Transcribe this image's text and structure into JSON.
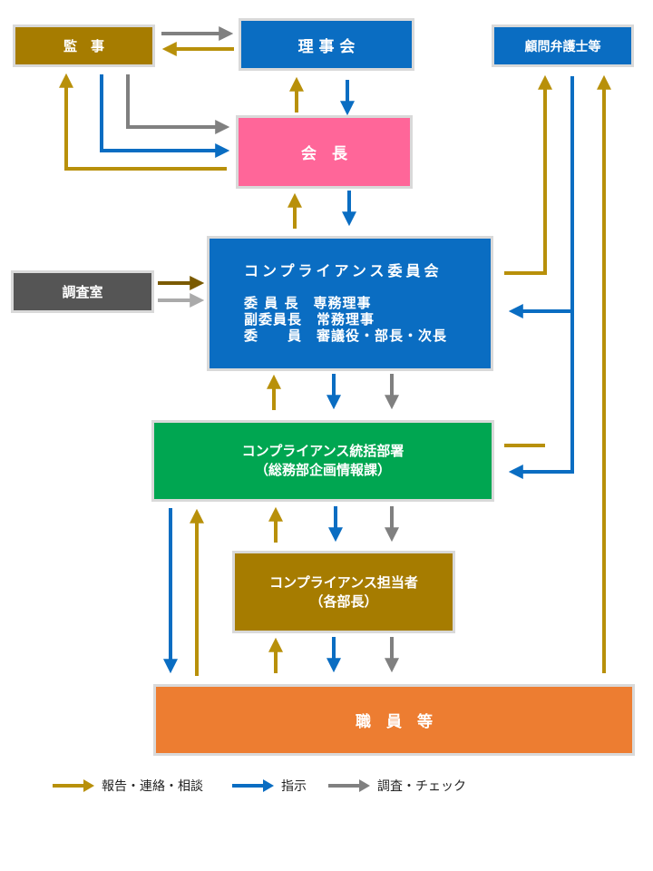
{
  "boxes": {
    "auditor": "監　事",
    "board": "理 事 会",
    "legal": "顧問弁護士等",
    "president": "会　長",
    "investigation": "調査室",
    "committee": {
      "title": "コンプライアンス委員会",
      "lines": [
        "委 員 長　専務理事",
        "副委員長　常務理事",
        "委　　員　審議役・部長・次長"
      ]
    },
    "department": [
      "コンプライアンス統括部署",
      "（総務部企画情報課）"
    ],
    "officer": [
      "コンプライアンス担当者",
      "（各部長）"
    ],
    "staff": "職　員　等"
  },
  "legend": {
    "report": "報告・連絡・相談",
    "instruct": "指示",
    "investigate": "調査・チェック"
  },
  "colors": {
    "report_arrow": "#b8900a",
    "instruct_arrow": "#0a6dc2",
    "investigate_arrow": "#808080"
  }
}
